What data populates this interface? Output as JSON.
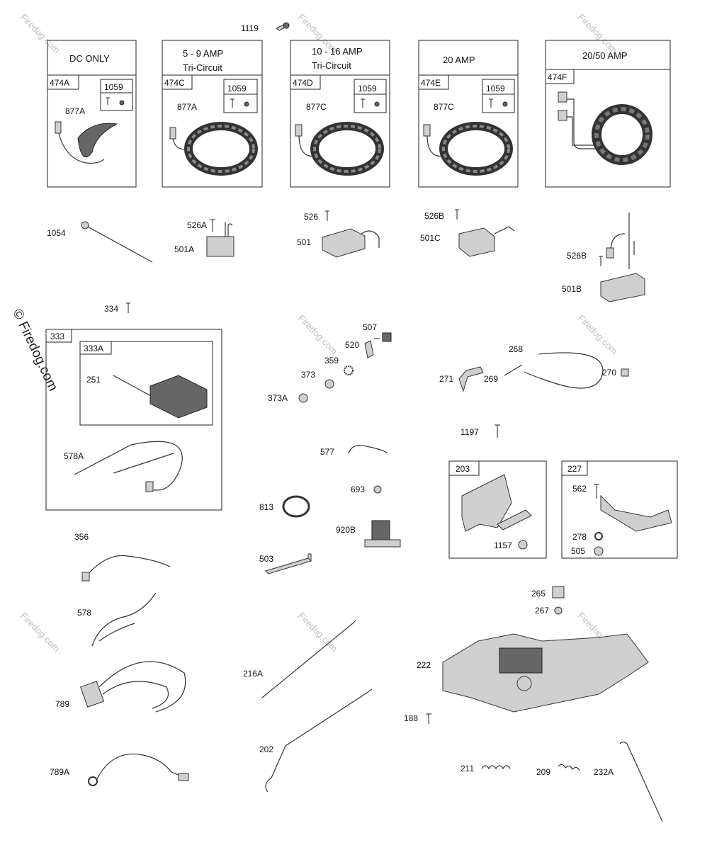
{
  "watermark": {
    "text": "Firedog.com",
    "vertical_text": "© Firedog.com",
    "copyright_mark": "©"
  },
  "panels": [
    {
      "header": "DC ONLY",
      "subheader": "",
      "code": "474A",
      "fastener_box": "1059",
      "wire_label": "877A"
    },
    {
      "header": "5  -  9  AMP",
      "subheader": "Tri-Circuit",
      "code": "474C",
      "fastener_box": "1059",
      "wire_label": "877A"
    },
    {
      "header": "10 - 16 AMP",
      "subheader": "Tri-Circuit",
      "code": "474D",
      "fastener_box": "1059",
      "wire_label": "877C"
    },
    {
      "header": "20 AMP",
      "subheader": "",
      "code": "474E",
      "fastener_box": "1059",
      "wire_label": "877C"
    },
    {
      "header": "20/50 AMP",
      "subheader": "",
      "code": "474F",
      "fastener_box": "",
      "wire_label": ""
    }
  ],
  "boxes": {
    "b333": "333",
    "b333A": "333A",
    "b203": "203",
    "b227": "227"
  },
  "labels": {
    "p1119": "1119",
    "p1054": "1054",
    "p526A": "526A",
    "p501A": "501A",
    "p526": "526",
    "p501": "501",
    "p526B_top": "526B",
    "p501C": "501C",
    "p526B": "526B",
    "p501B": "501B",
    "p334": "334",
    "p251": "251",
    "p578A": "578A",
    "p507": "507",
    "p520": "520",
    "p359": "359",
    "p373": "373",
    "p373A": "373A",
    "p268": "268",
    "p271": "271",
    "p269": "269",
    "p270": "270",
    "p1197": "1197",
    "p577": "577",
    "p693": "693",
    "p813": "813",
    "p920B": "920B",
    "p503": "503",
    "p1157": "1157",
    "p562": "562",
    "p278": "278",
    "p505": "505",
    "p356": "356",
    "p578": "578",
    "p265": "265",
    "p267": "267",
    "p216A": "216A",
    "p222": "222",
    "p789": "789",
    "p188": "188",
    "p202": "202",
    "p789A": "789A",
    "p211": "211",
    "p209": "209",
    "p232A": "232A"
  }
}
